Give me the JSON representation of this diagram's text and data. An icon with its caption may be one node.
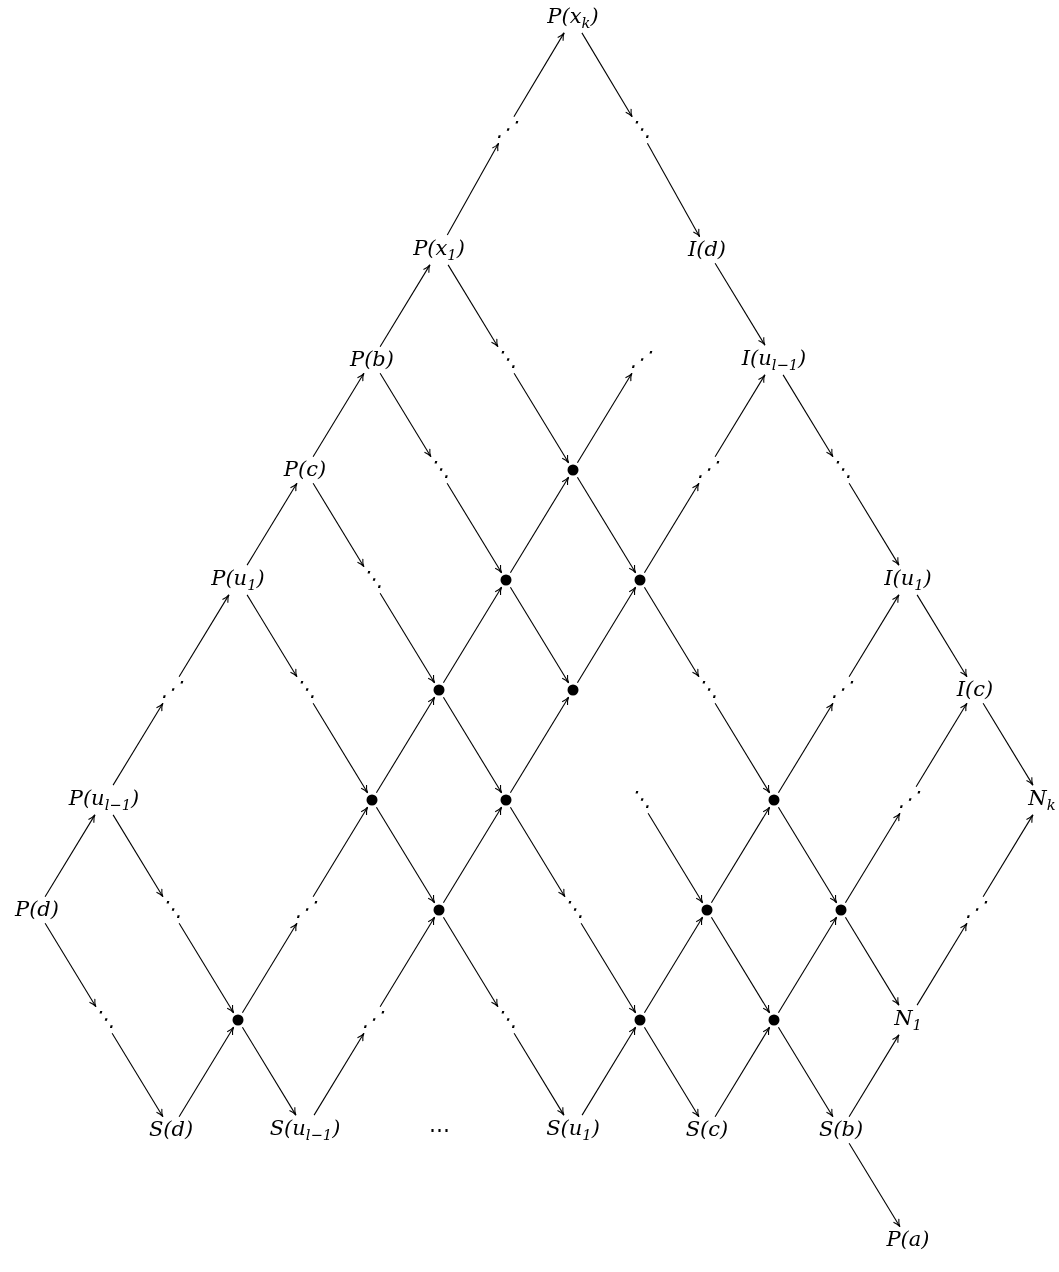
{
  "diagram": {
    "nodes": [
      {
        "text": [
          "P(x$_{k}$)"
        ]
      },
      {
        "text": [
          "⋰"
        ]
      },
      {
        "text": [
          "⋱"
        ]
      },
      {
        "text": [
          "P(x$_{1}$)"
        ]
      },
      {
        "text": [
          "I(d)"
        ]
      },
      {
        "text": [
          "P(b)"
        ]
      },
      {
        "text": [
          "⋱"
        ]
      },
      {
        "text": [
          "⋰"
        ]
      },
      {
        "text": [
          "I(u$_{l−1}$)"
        ]
      },
      {
        "text": [
          "P(c)"
        ]
      },
      {
        "text": [
          "⋱"
        ]
      },
      {
        "text": [],
        "shape": "circle"
      },
      {
        "text": [
          "⋰"
        ]
      },
      {
        "text": [
          "⋱"
        ]
      },
      {
        "text": [
          "P(u$_{1}$)"
        ]
      },
      {
        "text": [
          "⋱"
        ]
      },
      {
        "text": [],
        "shape": "circle"
      },
      {
        "text": [],
        "shape": "circle"
      },
      {
        "text": [
          "I(u$_{1}$)"
        ]
      },
      {
        "text": [
          "⋰"
        ]
      },
      {
        "text": [
          "⋱"
        ]
      },
      {
        "text": [],
        "shape": "circle"
      },
      {
        "text": [],
        "shape": "circle"
      },
      {
        "text": [
          "⋱"
        ]
      },
      {
        "text": [
          "⋰"
        ]
      },
      {
        "text": [
          "I(c)"
        ]
      },
      {
        "text": [
          "P(u$_{l−1}$)"
        ]
      },
      {
        "text": [],
        "shape": "circle"
      },
      {
        "text": [],
        "shape": "circle"
      },
      {
        "text": [
          "⋱"
        ]
      },
      {
        "text": [],
        "shape": "circle"
      },
      {
        "text": [
          "⋰"
        ]
      },
      {
        "text": [
          "N$_{k}$"
        ]
      },
      {
        "text": [
          "P(d)"
        ]
      },
      {
        "text": [
          "⋱"
        ]
      },
      {
        "text": [
          "⋰"
        ]
      },
      {
        "text": [],
        "shape": "circle"
      },
      {
        "text": [
          "⋱"
        ]
      },
      {
        "text": [],
        "shape": "circle"
      },
      {
        "text": [],
        "shape": "circle"
      },
      {
        "text": [
          "⋰"
        ]
      },
      {
        "text": [
          "⋱"
        ]
      },
      {
        "text": [],
        "shape": "circle"
      },
      {
        "text": [
          "⋰"
        ]
      },
      {
        "text": [
          "⋱"
        ]
      },
      {
        "text": [],
        "shape": "circle"
      },
      {
        "text": [],
        "shape": "circle"
      },
      {
        "text": [
          "N$_{1}$"
        ]
      },
      {
        "text": [
          "S(d)"
        ]
      },
      {
        "text": [
          "S(u$_{l−1}$)"
        ]
      },
      {
        "text": [
          "S(u$_{1}$)"
        ]
      },
      {
        "text": [
          "S(c)"
        ]
      },
      {
        "text": [
          "S(b)"
        ]
      },
      {
        "text": [
          "P(a)"
        ]
      }
    ],
    "edges": [
      {
        "from": 1,
        "to": 0,
        "arrow": "to"
      },
      {
        "from": 0,
        "to": 2,
        "arrow": "to"
      },
      {
        "from": 3,
        "to": 1,
        "arrow": "to"
      },
      {
        "from": 2,
        "to": 4,
        "arrow": "to"
      },
      {
        "from": 5,
        "to": 3,
        "arrow": "to"
      },
      {
        "from": 3,
        "to": 6,
        "arrow": "to"
      },
      {
        "from": 4,
        "to": 8,
        "arrow": "to"
      },
      {
        "from": 9,
        "to": 5,
        "arrow": "to"
      },
      {
        "from": 5,
        "to": 10,
        "arrow": "to"
      },
      {
        "from": 6,
        "to": 11,
        "arrow": "to"
      },
      {
        "from": 11,
        "to": 7,
        "arrow": "to"
      },
      {
        "from": 12,
        "to": 8,
        "arrow": "to"
      },
      {
        "from": 8,
        "to": 13,
        "arrow": "to"
      },
      {
        "from": 14,
        "to": 9,
        "arrow": "to"
      },
      {
        "from": 9,
        "to": 15,
        "arrow": "to"
      },
      {
        "from": 10,
        "to": 16,
        "arrow": "to"
      },
      {
        "from": 16,
        "to": 11,
        "arrow": "to"
      },
      {
        "from": 11,
        "to": 17,
        "arrow": "to"
      },
      {
        "from": 17,
        "to": 12,
        "arrow": "to"
      },
      {
        "from": 13,
        "to": 18,
        "arrow": "to"
      },
      {
        "from": 19,
        "to": 14,
        "arrow": "to"
      },
      {
        "from": 14,
        "to": 20,
        "arrow": "to"
      },
      {
        "from": 15,
        "to": 21,
        "arrow": "to"
      },
      {
        "from": 21,
        "to": 16,
        "arrow": "to"
      },
      {
        "from": 16,
        "to": 22,
        "arrow": "to"
      },
      {
        "from": 22,
        "to": 17,
        "arrow": "to"
      },
      {
        "from": 17,
        "to": 23,
        "arrow": "to"
      },
      {
        "from": 24,
        "to": 18,
        "arrow": "to"
      },
      {
        "from": 18,
        "to": 25,
        "arrow": "to"
      },
      {
        "from": 26,
        "to": 19,
        "arrow": "to"
      },
      {
        "from": 20,
        "to": 27,
        "arrow": "to"
      },
      {
        "from": 27,
        "to": 21,
        "arrow": "to"
      },
      {
        "from": 21,
        "to": 28,
        "arrow": "to"
      },
      {
        "from": 28,
        "to": 22,
        "arrow": "to"
      },
      {
        "from": 23,
        "to": 30,
        "arrow": "to"
      },
      {
        "from": 30,
        "to": 24,
        "arrow": "to"
      },
      {
        "from": 31,
        "to": 25,
        "arrow": "to"
      },
      {
        "from": 25,
        "to": 32,
        "arrow": "to"
      },
      {
        "from": 33,
        "to": 26,
        "arrow": "to"
      },
      {
        "from": 26,
        "to": 34,
        "arrow": "to"
      },
      {
        "from": 35,
        "to": 27,
        "arrow": "to"
      },
      {
        "from": 27,
        "to": 36,
        "arrow": "to"
      },
      {
        "from": 36,
        "to": 28,
        "arrow": "to"
      },
      {
        "from": 28,
        "to": 37,
        "arrow": "to"
      },
      {
        "from": 29,
        "to": 38,
        "arrow": "to"
      },
      {
        "from": 38,
        "to": 30,
        "arrow": "to"
      },
      {
        "from": 30,
        "to": 39,
        "arrow": "to"
      },
      {
        "from": 39,
        "to": 31,
        "arrow": "to"
      },
      {
        "from": 40,
        "to": 32,
        "arrow": "to"
      },
      {
        "from": 33,
        "to": 41,
        "arrow": "to"
      },
      {
        "from": 34,
        "to": 42,
        "arrow": "to"
      },
      {
        "from": 42,
        "to": 35,
        "arrow": "to"
      },
      {
        "from": 43,
        "to": 36,
        "arrow": "to"
      },
      {
        "from": 36,
        "to": 44,
        "arrow": "to"
      },
      {
        "from": 37,
        "to": 45,
        "arrow": "to"
      },
      {
        "from": 45,
        "to": 38,
        "arrow": "to"
      },
      {
        "from": 38,
        "to": 46,
        "arrow": "to"
      },
      {
        "from": 46,
        "to": 39,
        "arrow": "to"
      },
      {
        "from": 39,
        "to": 47,
        "arrow": "to"
      },
      {
        "from": 47,
        "to": 40,
        "arrow": "to"
      },
      {
        "from": 41,
        "to": 48,
        "arrow": "to"
      },
      {
        "from": 48,
        "to": 42,
        "arrow": "to"
      },
      {
        "from": 42,
        "to": 49,
        "arrow": "to"
      },
      {
        "from": 49,
        "to": 43,
        "arrow": "to"
      },
      {
        "from": 44,
        "to": 50,
        "arrow": "to"
      },
      {
        "from": 50,
        "to": 45,
        "arrow": "to"
      },
      {
        "from": 45,
        "to": 51,
        "arrow": "to"
      },
      {
        "from": 51,
        "to": 46,
        "arrow": "to"
      },
      {
        "from": 46,
        "to": 52,
        "arrow": "to"
      },
      {
        "from": 52,
        "to": 47,
        "arrow": "to"
      },
      {
        "from": 52,
        "to": 53,
        "arrow": "to"
      }
    ],
    "labels": [
      "⋯"
    ]
  }
}
